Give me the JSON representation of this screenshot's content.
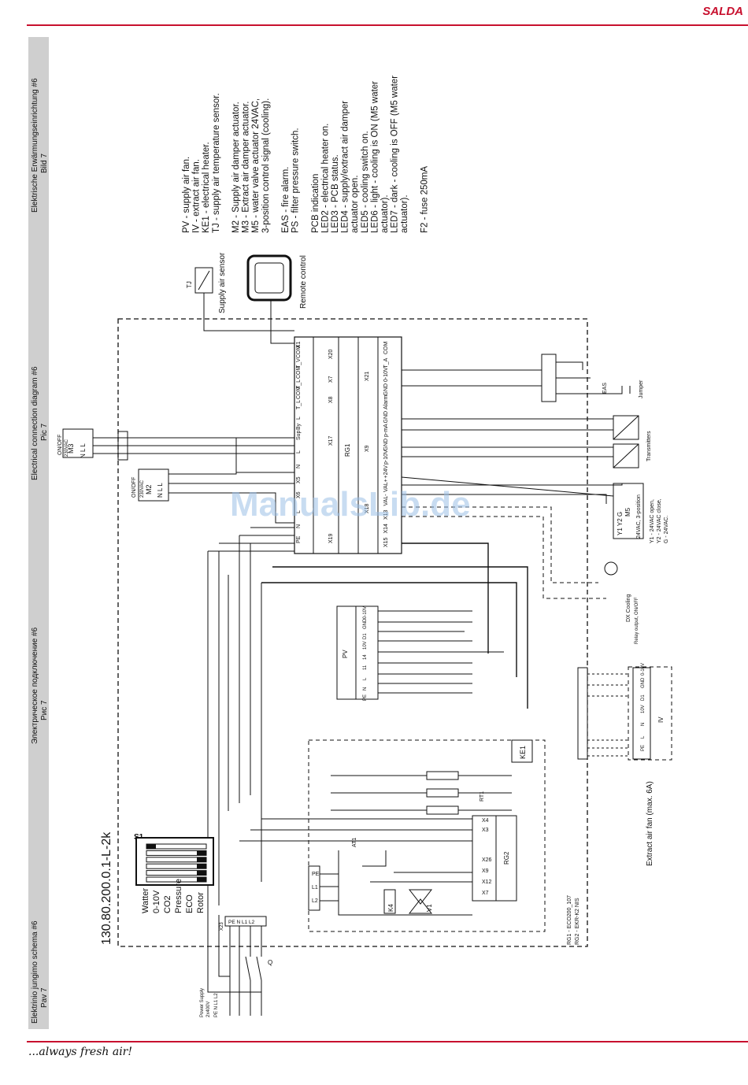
{
  "brand": "SALDA",
  "slogan": "...always fresh air!",
  "sidebar_titles": [
    {
      "line1": "Elektrinio jungimo schema #6",
      "line2": "Pav 7"
    },
    {
      "line1": "Электрическое подключение #6",
      "line2": "Рис 7"
    },
    {
      "line1": "Electrical connection diagram #6",
      "line2": "Pic 7"
    },
    {
      "line1": "Elektrische Erwärmungseinrichtung #6",
      "line2": "Bild 7"
    }
  ],
  "legend_lines": [
    "PV - supply air fan.",
    "IV - extract air fan.",
    "KE1 - electrical heater.",
    "TJ - supply air temperature sensor.",
    "",
    "M2 - Supply air damper actuator.",
    "M3 - Extract air damper actuator.",
    "M5 - water valve actuator 24VAC,",
    "3-position control signal (cooling).",
    "",
    "EAS - fire alarm.",
    "PS - filter pressure switch.",
    "",
    "PCB indication",
    "LED2 - electrical heater on.",
    "LED3 - PCB status.",
    "LED4 - supply/extract air damper",
    "actuator open.",
    "LED5 - cooling switch on.",
    "LED6 - light - cooling is ON (M5 water",
    "actuator).",
    "LED7 - dark - cooling is OFF (M5 water",
    "actuator).",
    "",
    "F2 - fuse 250mA"
  ],
  "diagram": {
    "model": "130.80.200.0.1-L-2k",
    "switch_label": "S1",
    "switch_options": [
      "Watter",
      "0-10V",
      "CO2",
      "Pressure",
      "ECO",
      "Rotor"
    ],
    "board_labels": [
      "RG1 - ECO200_107",
      "RG2 - EKR-K2 NIS"
    ],
    "rg1": "RG1",
    "rg2": "RG2",
    "pv": "PV",
    "iv": "IV",
    "tj": "TJ",
    "supply_sensor": "Supply air sensor",
    "remote_control": "Remote control",
    "m3": {
      "name": "M3",
      "mode": "ON/OFF",
      "voltage": "230VAC",
      "pins": "N L L"
    },
    "m2": {
      "name": "M2",
      "mode": "ON/OFF",
      "voltage": "230VAC",
      "pins": "N L L"
    },
    "m5": {
      "name": "M5",
      "spec": "24VAC, 3-position",
      "pins": "Y1 Y2 G",
      "notes": [
        "Y1 - 24VAC open,",
        "Y2 - 24VAC close,",
        "G - 24VAC."
      ]
    },
    "power_supply": "Power Supply",
    "power_voltage": "2x400V",
    "power_pins": "PE N L1 L2",
    "x23": "X23",
    "q": "Q",
    "extract_fan": "Extract air fan (max. 6A)",
    "dx_cooling": "DX Cooling",
    "relay_output": "Relay output, ON/OFF",
    "transmitters": "Transmitters",
    "eas": "EAS",
    "jumper": "Jumper",
    "ke1": "KE1",
    "rt1": "RT1",
    "k4": "K4",
    "v1": "V1",
    "at1": "AT1",
    "x17_pins": [
      "X1",
      "COM",
      "T_V",
      "COM",
      "T_L",
      "COM",
      "T_L",
      "L",
      "By",
      "Sup"
    ],
    "rg1_left_pins": [
      "L",
      "N",
      "X5",
      "X6",
      "L",
      "N",
      "PE"
    ],
    "rg1_right_pins": [
      "COM",
      "T_A",
      "0-10V",
      "GND",
      "Alarm",
      "GND",
      "p-mA",
      "GND",
      "p-10V",
      "+24V",
      "VAL+",
      "VAL-",
      "X13",
      "X14",
      "X15"
    ],
    "rg1_sections": [
      "X20",
      "X7",
      "X8",
      "X17",
      "X21",
      "X9",
      "X18",
      "X19"
    ],
    "pv_pins": [
      "0-10V",
      "GND",
      "D1",
      "10V",
      "14",
      "11",
      "L",
      "N",
      "PE"
    ],
    "iv_pins": [
      "0-10V",
      "GND",
      "D1",
      "10V",
      "N",
      "L",
      "PE"
    ],
    "rg2_pins": [
      "X4",
      "X3",
      "X26",
      "X9",
      "X12",
      "X7"
    ],
    "x22_pins": [
      "PE",
      "L1",
      "L2"
    ],
    "sup_label": "Sup",
    "watermark": "ManualsLib.de"
  }
}
